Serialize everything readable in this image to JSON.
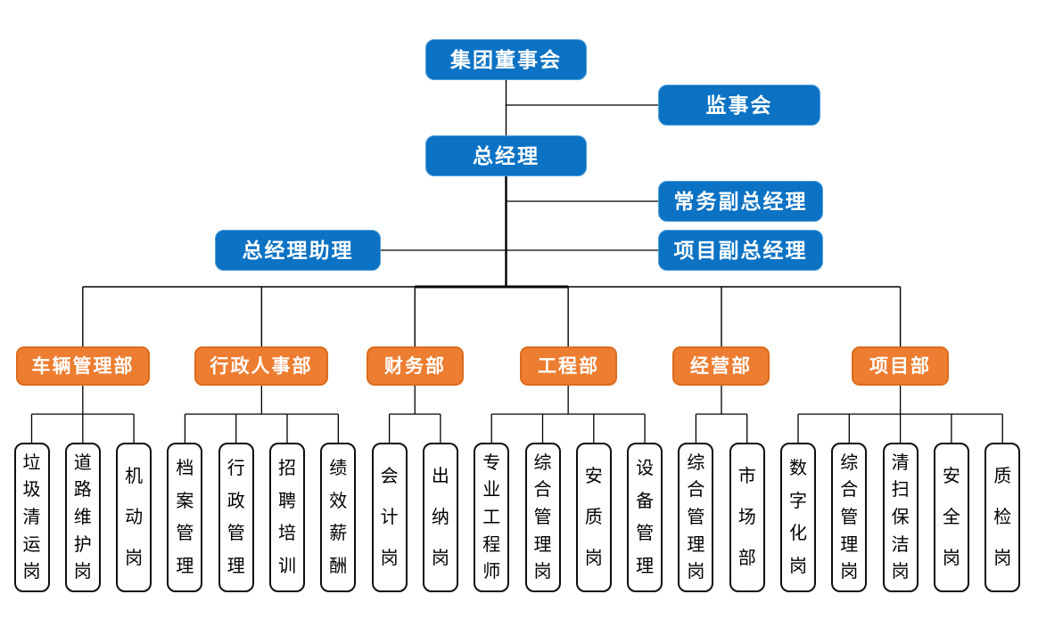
{
  "palette": {
    "executive_fill": "#0B72C4",
    "executive_border": "#4FA0DB",
    "department_fill": "#ED7D31",
    "department_border": "#DB6B1C",
    "position_fill": "#FFFFFF",
    "position_border": "#0F0F0F",
    "connector": "#000000",
    "text_on_fill": "#FFFFFF",
    "text_on_white": "#000000"
  },
  "top": {
    "board": "集团董事会",
    "supervisory": "监事会",
    "gm": "总经理",
    "deputy_exec": "常务副总经理",
    "gm_assistant": "总经理助理",
    "deputy_project": "项目副总经理"
  },
  "departments": [
    {
      "label": "车辆管理部",
      "positions": [
        "垃圾清运岗",
        "道路维护岗",
        "机动岗"
      ]
    },
    {
      "label": "行政人事部",
      "positions": [
        "档案管理",
        "行政管理",
        "招聘培训",
        "绩效薪酬"
      ]
    },
    {
      "label": "财务部",
      "positions": [
        "会计岗",
        "出纳岗"
      ]
    },
    {
      "label": "工程部",
      "positions": [
        "专业工程师",
        "综合管理岗",
        "安质岗",
        "设备管理"
      ]
    },
    {
      "label": "经营部",
      "positions": [
        "综合管理岗",
        "市场部"
      ]
    },
    {
      "label": "项目部",
      "positions": [
        "数字化岗",
        "综合管理岗",
        "清扫保洁岗",
        "安全岗",
        "质检岗"
      ]
    }
  ]
}
